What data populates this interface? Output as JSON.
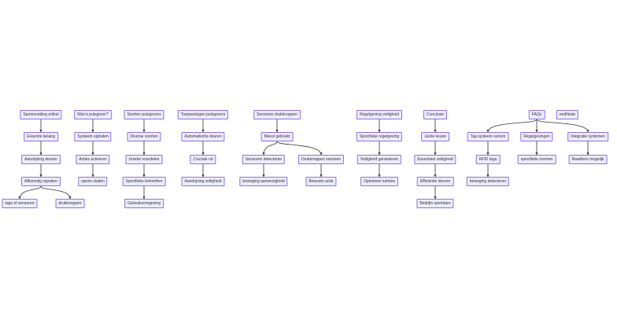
{
  "diagram": {
    "nodes": [
      {
        "id": "n1",
        "label": "Samenvatting artikel"
      },
      {
        "id": "n2",
        "label": "Essentie belang"
      },
      {
        "id": "n3",
        "label": "Aandrijving deuren"
      },
      {
        "id": "n4",
        "label": "Afkomstig signalen"
      },
      {
        "id": "n5",
        "label": "tags of sensoren"
      },
      {
        "id": "n6",
        "label": "drukknoppen"
      },
      {
        "id": "n7",
        "label": "Wat is pulsgever?"
      },
      {
        "id": "n8",
        "label": "Systeem signalen"
      },
      {
        "id": "n9",
        "label": "Acties activeren"
      },
      {
        "id": "n10",
        "label": "opens sluiten"
      },
      {
        "id": "n11",
        "label": "Soorten pulsgevers"
      },
      {
        "id": "n12",
        "label": "Diverse soorten"
      },
      {
        "id": "n13",
        "label": "Unieke voordelen"
      },
      {
        "id": "n14",
        "label": "Specifieke behoeften"
      },
      {
        "id": "n15",
        "label": "Gebruiksomgeving"
      },
      {
        "id": "n16",
        "label": "Toepassingen pulsgevers"
      },
      {
        "id": "n17",
        "label": "Automatische deuren"
      },
      {
        "id": "n18",
        "label": "Cruciale rol"
      },
      {
        "id": "n19",
        "label": "Aandrijving veiligheid"
      },
      {
        "id": "n20",
        "label": "Sensoren drukknoppen"
      },
      {
        "id": "n21",
        "label": "Meest gebruikt"
      },
      {
        "id": "n22",
        "label": "Sensoren detecteren"
      },
      {
        "id": "n23",
        "label": "beweging aanwezigheid"
      },
      {
        "id": "n24",
        "label": "Drukknoppen vereisen"
      },
      {
        "id": "n25",
        "label": "Bewuste actie"
      },
      {
        "id": "n26",
        "label": "Regelgeving veiligheid"
      },
      {
        "id": "n27",
        "label": "Specifieke regelgeving"
      },
      {
        "id": "n28",
        "label": "Veiligheid garanderen"
      },
      {
        "id": "n29",
        "label": "Openbare ruimtes"
      },
      {
        "id": "n30",
        "label": "Conclusie"
      },
      {
        "id": "n31",
        "label": "Juiste keuze"
      },
      {
        "id": "n32",
        "label": "Essentieel veiligheid"
      },
      {
        "id": "n33",
        "label": "Efficiëntie deuren"
      },
      {
        "id": "n34",
        "label": "Bedrijfs openbare"
      },
      {
        "id": "n35",
        "label": "FAQs"
      },
      {
        "id": "n36",
        "label": "Tag-systeem sensor"
      },
      {
        "id": "n37",
        "label": "RFID tags"
      },
      {
        "id": "n38",
        "label": "beweging detecteren"
      },
      {
        "id": "n39",
        "label": "Regelgevingen"
      },
      {
        "id": "n40",
        "label": "specifieke normen"
      },
      {
        "id": "n41",
        "label": "Integratie systemen"
      },
      {
        "id": "n42",
        "label": "Naadloos mogelijk"
      },
      {
        "id": "n43",
        "label": "endNode"
      }
    ],
    "edges": [
      [
        "n1",
        "n2"
      ],
      [
        "n2",
        "n3"
      ],
      [
        "n3",
        "n4"
      ],
      [
        "n4",
        "n5"
      ],
      [
        "n4",
        "n6"
      ],
      [
        "n7",
        "n8"
      ],
      [
        "n8",
        "n9"
      ],
      [
        "n9",
        "n10"
      ],
      [
        "n11",
        "n12"
      ],
      [
        "n12",
        "n13"
      ],
      [
        "n13",
        "n14"
      ],
      [
        "n14",
        "n15"
      ],
      [
        "n16",
        "n17"
      ],
      [
        "n17",
        "n18"
      ],
      [
        "n18",
        "n19"
      ],
      [
        "n20",
        "n21"
      ],
      [
        "n21",
        "n22"
      ],
      [
        "n22",
        "n23"
      ],
      [
        "n21",
        "n24"
      ],
      [
        "n24",
        "n25"
      ],
      [
        "n26",
        "n27"
      ],
      [
        "n27",
        "n28"
      ],
      [
        "n28",
        "n29"
      ],
      [
        "n30",
        "n31"
      ],
      [
        "n31",
        "n32"
      ],
      [
        "n32",
        "n33"
      ],
      [
        "n33",
        "n34"
      ],
      [
        "n35",
        "n36"
      ],
      [
        "n36",
        "n37"
      ],
      [
        "n37",
        "n38"
      ],
      [
        "n35",
        "n39"
      ],
      [
        "n39",
        "n40"
      ],
      [
        "n35",
        "n41"
      ],
      [
        "n41",
        "n42"
      ]
    ],
    "colors": {
      "node_fill": "#ececff",
      "node_border": "#9370db",
      "edge": "#333333",
      "text": "#333333"
    }
  }
}
